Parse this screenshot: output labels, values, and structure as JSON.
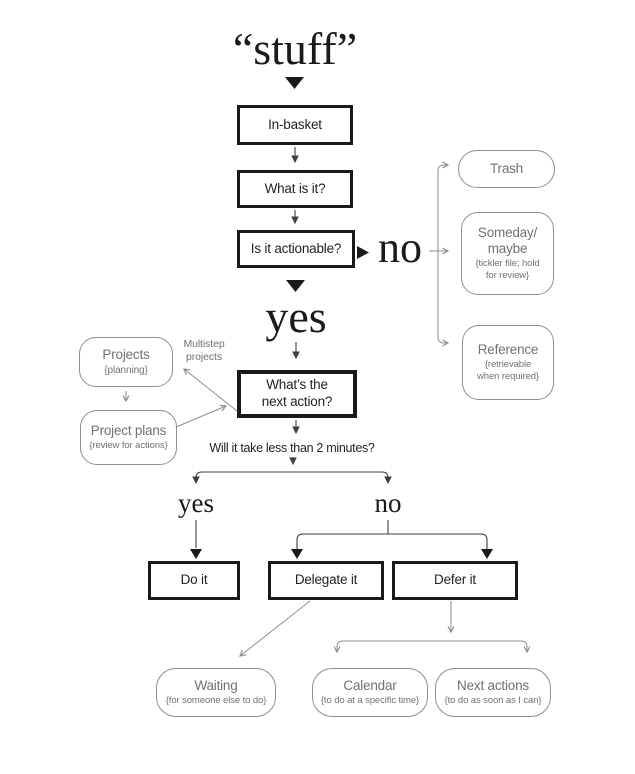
{
  "labels": {
    "stuff": "“stuff”",
    "no_main": "no",
    "yes_main": "yes",
    "yes_branch": "yes",
    "no_branch": "no",
    "two_minutes": "Will it take less than 2 minutes?",
    "multistep": "Multistep\nprojects"
  },
  "process_nodes": {
    "in_basket": "In-basket",
    "what_is_it": "What is it?",
    "is_it_actionable": "Is it actionable?",
    "next_action": "What’s the\nnext action?",
    "do_it": "Do it",
    "delegate_it": "Delegate it",
    "defer_it": "Defer it"
  },
  "outcome_nodes": {
    "trash": {
      "title": "Trash"
    },
    "someday_maybe": {
      "title": "Someday/\nmaybe",
      "sub": "{tickler file; hold\nfor review}"
    },
    "reference": {
      "title": "Reference",
      "sub": "{retrievable\nwhen required}"
    },
    "projects": {
      "title": "Projects",
      "sub": "{planning}"
    },
    "project_plans": {
      "title": "Project plans",
      "sub": "{review for actions}"
    },
    "waiting": {
      "title": "Waiting",
      "sub": "{for someone else to do}"
    },
    "calendar": {
      "title": "Calendar",
      "sub": "{to do at a specific time}"
    },
    "next_actions": {
      "title": "Next actions",
      "sub": "{to do as soon as I can}"
    }
  },
  "colors": {
    "ink": "#231f20",
    "line_gray": "#8a8f94",
    "text_gray": "#6d7278",
    "black": "#1a1a1a"
  }
}
